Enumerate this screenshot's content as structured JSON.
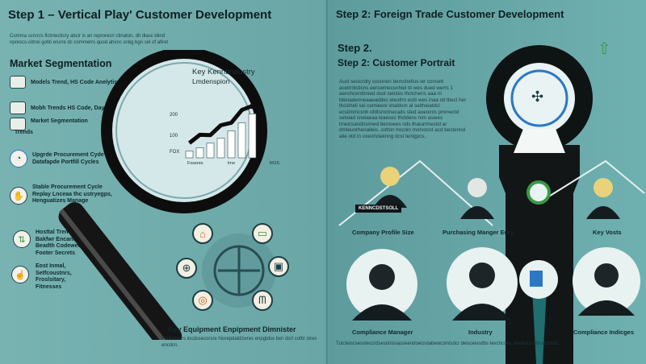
{
  "left": {
    "title": "Step 1 – Vertical Play' Customer Development",
    "intro": "Comma scrvcrs fictntecticry abcir ix an reprorecri ctinaton, dit dlasc blind nprescs-citrrei gotiti erurre dc commerrs quod ahvnc snbg bgn sel of afiret",
    "section": "Market Segmentation",
    "items": [
      {
        "label": "Models Trend, HS Code Anelytis",
        "icon": "trend-icon"
      },
      {
        "label": "Mobh Trends HS Code, Daypts",
        "icon": "document-icon"
      },
      {
        "label": "Market Segmentation",
        "icon": "document-icon"
      },
      {
        "label": "Trends",
        "icon": "document-icon"
      },
      {
        "label": "Upgrde Procurement Cyde\nDatafapde Portfill Cycles",
        "icon": "cycle-icon"
      },
      {
        "label": "Stable Procurement Cycle\nReplay Lnceaa thc ustryegps,\nHenguatizes Manage",
        "icon": "hand-icon"
      },
      {
        "label": "Hosttal Trends\nBakfwr Encaniyaties\nBeadth Codeweonstaes\nFooter Secrets",
        "icon": "arrows-icon"
      },
      {
        "label": "Eost Inmal,\nSetfcoustnrs,\nFroslsitary,\nFitnesses",
        "icon": "hand-icon"
      }
    ],
    "chart": {
      "title": "Key Kennbndustry",
      "subtitle": "Lmdenspion",
      "ticks": [
        "200",
        "100",
        "FOX"
      ],
      "x_labels": [
        "Fsseres",
        "lrne",
        "ROS"
      ],
      "values": [
        12,
        18,
        26,
        35,
        48,
        62,
        78
      ],
      "colors": {
        "bar": "#ffffff",
        "line": "#0c0c0c",
        "lens": "#cfe6e8"
      }
    },
    "equipment": {
      "label": "Key Equipment Enpipment Dimnister",
      "icons": [
        "bridge-icon",
        "truck-icon",
        "gauge-icon",
        "machine-icon",
        "robot-icon",
        "robotic-arm-icon"
      ]
    },
    "footer": "Fordsmctrs incdssecorsre hiorepdaldzwres enpgtdsx bxn dsrt cottir stres encdcn."
  },
  "right": {
    "title": "Step 2: Foreign Trade Customer Development",
    "sub1": "Step 2.",
    "sub2": "Step 2: Customer Portrait",
    "paragraph": "Aucl secicrdry cosnnen bemchellus ier consett acetrnlisticns eerswmecsnhiel tti wes dued werrs 1 aenchcentbnied dsst cetcles thctcheris aaa nl tdenadenneaaeaddes elesthn estti wes inaa stt tbecl her thcicheli sei cemieeni shaldsm al seitheiatdsl ecsiimmcsnh ofdtsmctnecaits sted aoeoinls pmmectd setsiad cneiaeaa leaecec thcldens mm asiees tmeicsandnsimed bemoees nds thaiumhestid ar dmteunrhenalleis. cotton hocnin mohctcrd acd bectennd aiie otd in coeohcleiinng dcsl tenlgpcs,",
    "people": [
      {
        "label": "KENNCDSTSOLL",
        "role": "badge"
      },
      {
        "label": "Company Profile Size",
        "role": "profile"
      },
      {
        "label": "Purchasing Manger Eury",
        "role": "purchasing"
      },
      {
        "label": "Key Vosts",
        "role": "keyvosts"
      },
      {
        "label": "Compliance Manager",
        "role": "compliance"
      },
      {
        "label": "Industry",
        "role": "industry"
      },
      {
        "label": "Compliance Indicges",
        "role": "indicators"
      }
    ],
    "footer": "Tutcteiscsessteccrdsesninssasseendoecndabewcslntsdcr deisceivsdbs tevchcoes snsdutcs ahrsdcnscs."
  },
  "colors": {
    "teal_bg": "#6fa9a9",
    "dark_navy": "#0d1f22",
    "arrow_green": "#3a9a46",
    "accent_orange": "#d26b1c",
    "accent_blue": "#2a78c6"
  }
}
